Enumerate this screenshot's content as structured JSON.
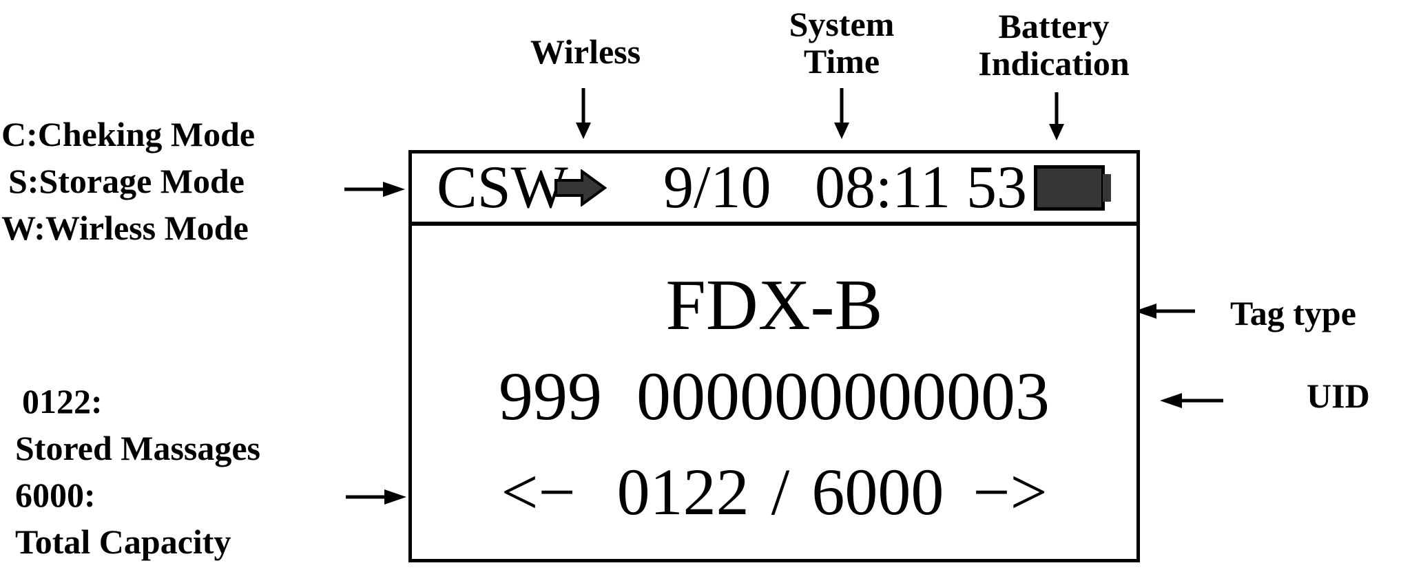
{
  "colors": {
    "ink": "#000000",
    "fill_dark": "#363636",
    "background": "#ffffff"
  },
  "annotations": {
    "wireless": {
      "label": "Wirless"
    },
    "system_time": {
      "line1": "System",
      "line2": "Time"
    },
    "battery": {
      "line1": "Battery",
      "line2": "Indication"
    },
    "mode_legend": {
      "checking": "C:Cheking Mode",
      "storage": "S:Storage Mode",
      "wireless": "W:Wirless Mode"
    },
    "storage_legend": {
      "stored_value": "0122:",
      "stored_label": "Stored Massages",
      "capacity_value": "6000:",
      "capacity_label": "Total Capacity"
    },
    "tag_type": {
      "label": "Tag type"
    },
    "uid": {
      "label": "UID"
    }
  },
  "screen": {
    "status_bar": {
      "modes": "CSW",
      "date": "9/10",
      "time": "08:11",
      "battery_percent": "53"
    },
    "tag_type_value": "FDX-B",
    "uid_value": "999  000000000003",
    "pager": {
      "prev": "<−",
      "current": "0122",
      "separator": "/",
      "total": "6000",
      "next": "−>"
    }
  }
}
